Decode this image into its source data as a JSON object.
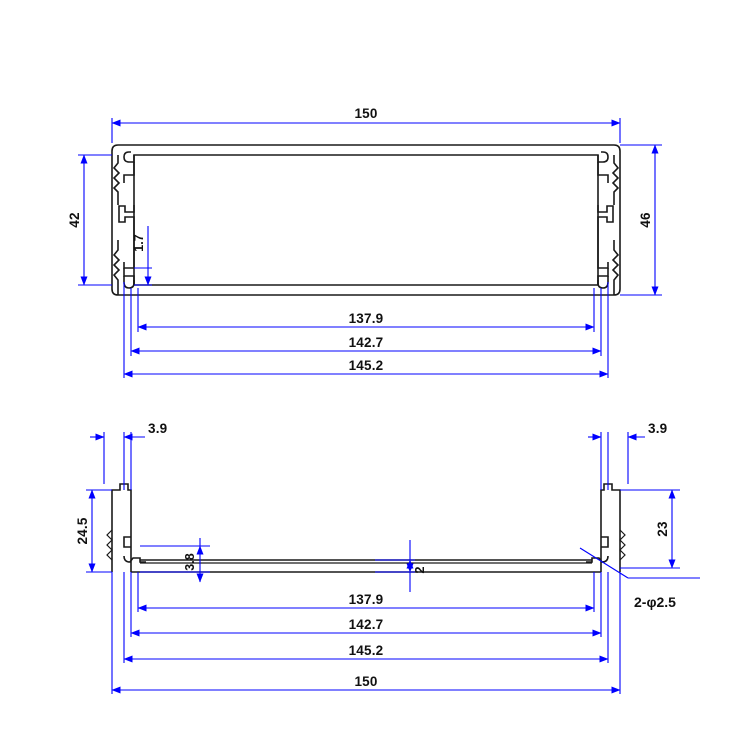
{
  "drawing": {
    "title": "Extruded Aluminum Enclosure Profile Drawing",
    "units": "mm",
    "line_color_geometry": "#1a1a1a",
    "line_color_dimension": "#0000ff",
    "background": "#ffffff"
  },
  "views": {
    "top": {
      "name": "cross-section-end-view",
      "dimensions": {
        "overall_width": "150",
        "inner_height_left": "42",
        "overall_height_right": "46",
        "rail_offset": "1.7",
        "stack": [
          "137.9",
          "142.7",
          "145.2"
        ]
      }
    },
    "bottom": {
      "name": "base-plate-view",
      "dimensions": {
        "wall_thickness_left": "3.9",
        "wall_thickness_right": "3.9",
        "post_height_left": "24.5",
        "post_height_right": "23",
        "ledge_height": "3.8",
        "plate_thickness": "2",
        "stack": [
          "137.9",
          "142.7",
          "145.2",
          "150"
        ]
      },
      "note": "2-φ2.5"
    }
  },
  "labels": {
    "d150_top": "150",
    "d42": "42",
    "d46": "46",
    "d17": "1.7",
    "d1379_top": "137.9",
    "d1427_top": "142.7",
    "d1452_top": "145.2",
    "d39_left": "3.9",
    "d39_right": "3.9",
    "d245": "24.5",
    "d23": "23",
    "d38": "3.8",
    "d2": "2",
    "d1379_bot": "137.9",
    "d1427_bot": "142.7",
    "d1452_bot": "145.2",
    "d150_bot": "150",
    "hole_note": "2-φ2.5"
  }
}
